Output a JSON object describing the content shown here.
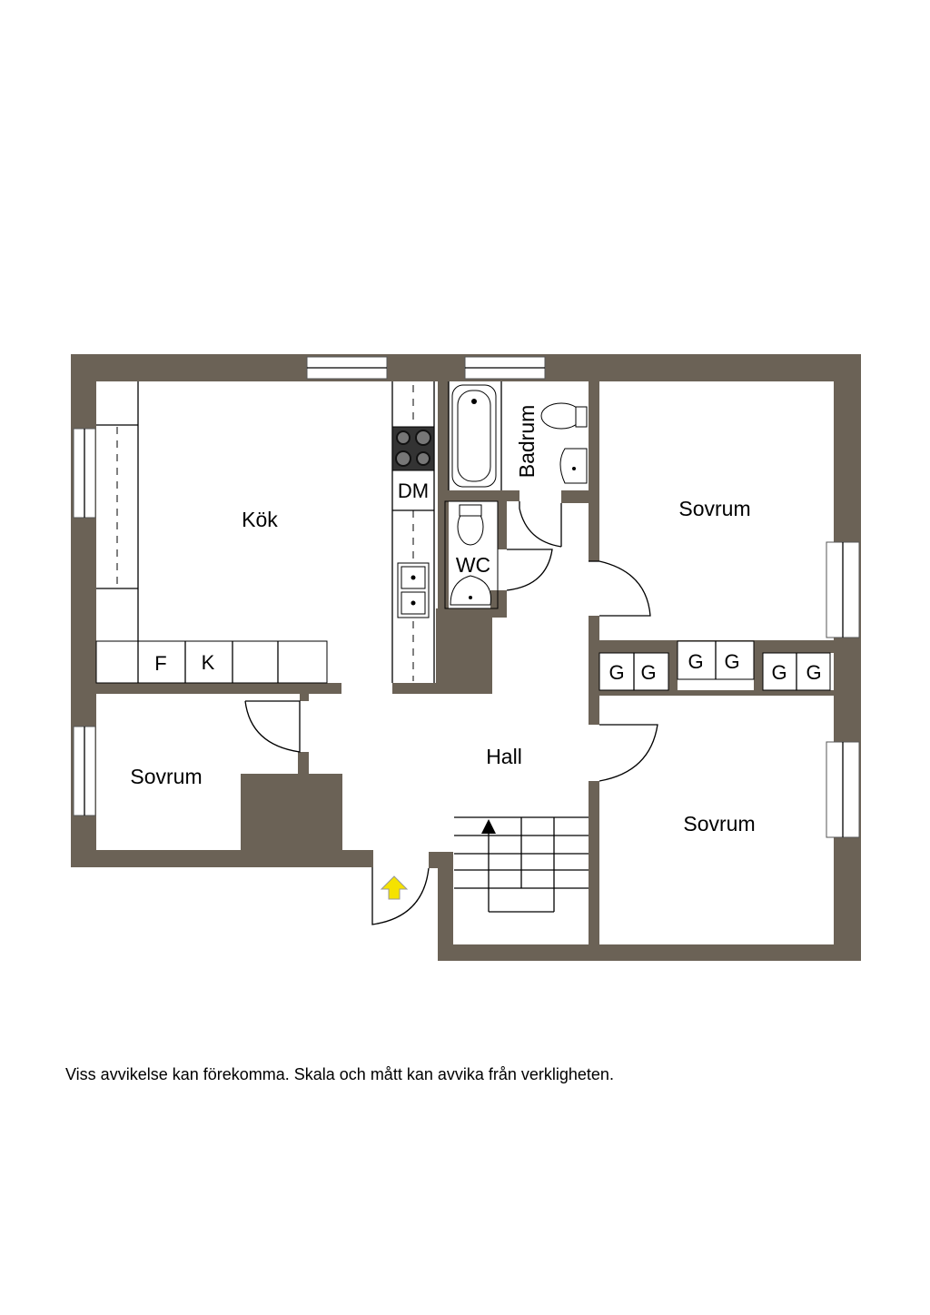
{
  "rooms": {
    "kok": "Kök",
    "badrum": "Badrum",
    "wc": "WC",
    "sovrum_ne": "Sovrum",
    "sovrum_w": "Sovrum",
    "sovrum_se": "Sovrum",
    "hall": "Hall"
  },
  "fixtures": {
    "dishwasher": "DM",
    "fridge": "F",
    "freezer": "K",
    "wardrobe": "G"
  },
  "entrance_arrow_color": "#f5e200",
  "wall_color": "#6b6256",
  "disclaimer": "Viss avvikelse kan förekomma. Skala och mått kan avvika från verkligheten."
}
